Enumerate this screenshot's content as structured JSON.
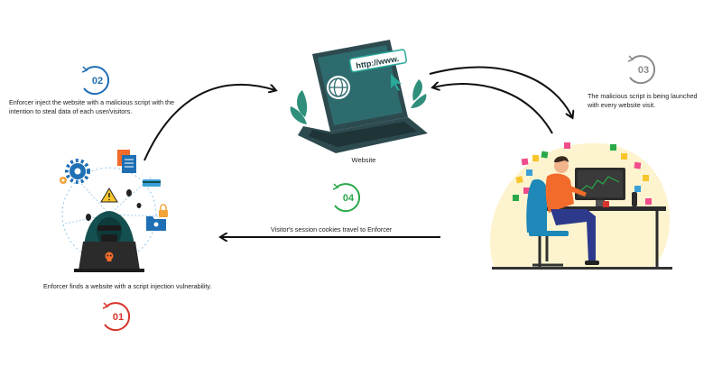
{
  "steps": [
    {
      "number": "01",
      "text": "Enforcer finds a website with a script injection vulnerability.",
      "color": "#d9342b"
    },
    {
      "number": "02",
      "text": "Enforcer inject the website with a malicious script with the intention to steal data of each user/visitors.",
      "color": "#1f6fb4"
    },
    {
      "number": "03",
      "text": "The malicious script is being launched with every website visit.",
      "color": "#8a8a8a"
    },
    {
      "number": "04",
      "text": "Visitor's session cookies travel to Enforcer",
      "color": "#2aa84a"
    }
  ],
  "website": {
    "label": "Website",
    "url": "http://www."
  },
  "colors": {
    "screen": "#2e6b6e",
    "laptop_body": "#2d4a4f",
    "leaf": "#2f8f7a",
    "hacker": "#14504f",
    "chair": "#1e88b8",
    "desk": "#2b2b2b",
    "shirt": "#f26b2a",
    "pants": "#2d3a8c"
  },
  "icons": [
    "gear-icon",
    "document-icon",
    "warning-icon",
    "folder-lock-icon",
    "bug-icon",
    "globe-icon",
    "skull-icon"
  ]
}
